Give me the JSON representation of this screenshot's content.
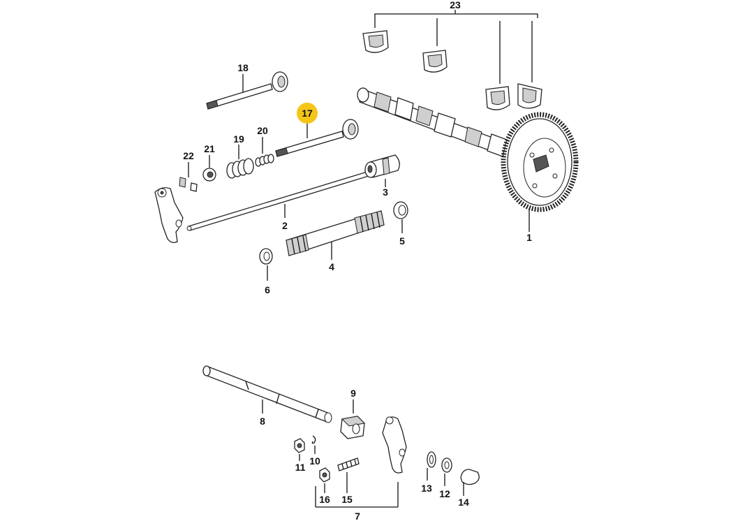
{
  "highlight_color": "#f5c518",
  "highlighted_part": "17",
  "labels": {
    "p1": "1",
    "p2": "2",
    "p3": "3",
    "p4": "4",
    "p5": "5",
    "p6": "6",
    "p7": "7",
    "p8": "8",
    "p9": "9",
    "p10": "10",
    "p11": "11",
    "p12": "12",
    "p13": "13",
    "p14": "14",
    "p15": "15",
    "p16": "16",
    "p17": "17",
    "p18": "18",
    "p19": "19",
    "p20": "20",
    "p21": "21",
    "p22": "22",
    "p23": "23"
  }
}
